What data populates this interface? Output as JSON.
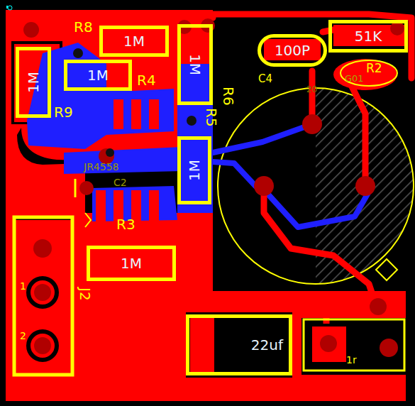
{
  "diagram": {
    "nodes": [
      {
        "text": [
          "1M"
        ]
      },
      {
        "text": [
          "1M"
        ]
      },
      {
        "text": [
          "1M"
        ]
      },
      {
        "text": [
          "1M"
        ]
      },
      {
        "text": [
          "1M"
        ]
      },
      {
        "text": [
          "1M"
        ]
      },
      {
        "text": [
          "100P"
        ]
      },
      {
        "text": [
          "51K"
        ]
      },
      {
        "text": [
          "22uf"
        ]
      }
    ],
    "labels": [
      "R8",
      "R4",
      "R9",
      "R6",
      "R5",
      "C4",
      "R2",
      "G01",
      "R3",
      "J2",
      "JR4558",
      "C2",
      "1",
      "2",
      "20",
      "1r"
    ]
  }
}
